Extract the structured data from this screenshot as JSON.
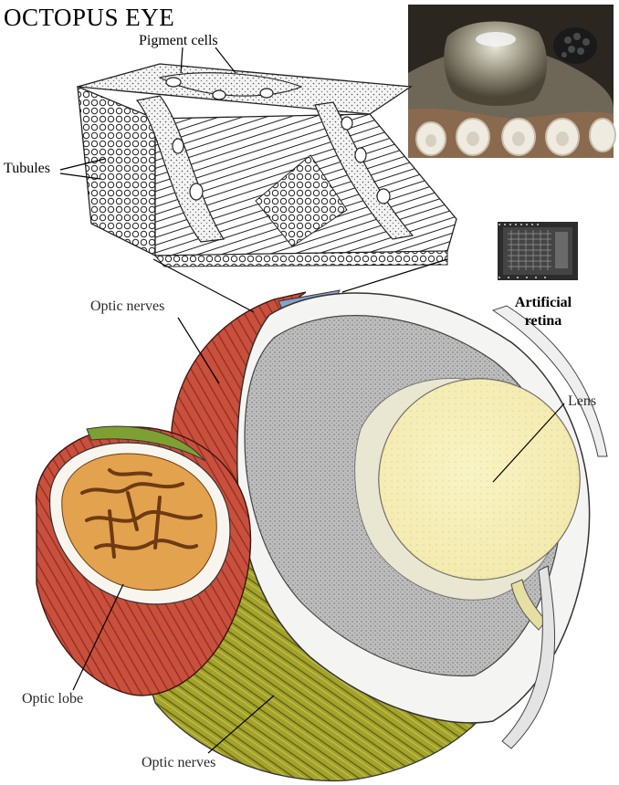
{
  "figure": {
    "title": "OCTOPUS EYE",
    "labels": {
      "pigment_cells": "Pigment cells",
      "tubules": "Tubules",
      "optic_nerves_upper": "Optic nerves",
      "artificial_retina_line1": "Artificial",
      "artificial_retina_line2": "retina",
      "lens": "Lens",
      "optic_lobe": "Optic lobe",
      "optic_nerves_lower": "Optic nerves"
    }
  },
  "colors": {
    "muscle_red": "#c8503c",
    "muscle_dark": "#8e2a1f",
    "nerve_olive": "#9a9a2a",
    "nerve_dark": "#5a5a12",
    "lobe_orange": "#e0a24a",
    "lobe_brown": "#6e3a12",
    "lens_cream": "#f6f0b8",
    "retina_gray": "#b9b9b9",
    "photo_bg": "#2a2620"
  }
}
